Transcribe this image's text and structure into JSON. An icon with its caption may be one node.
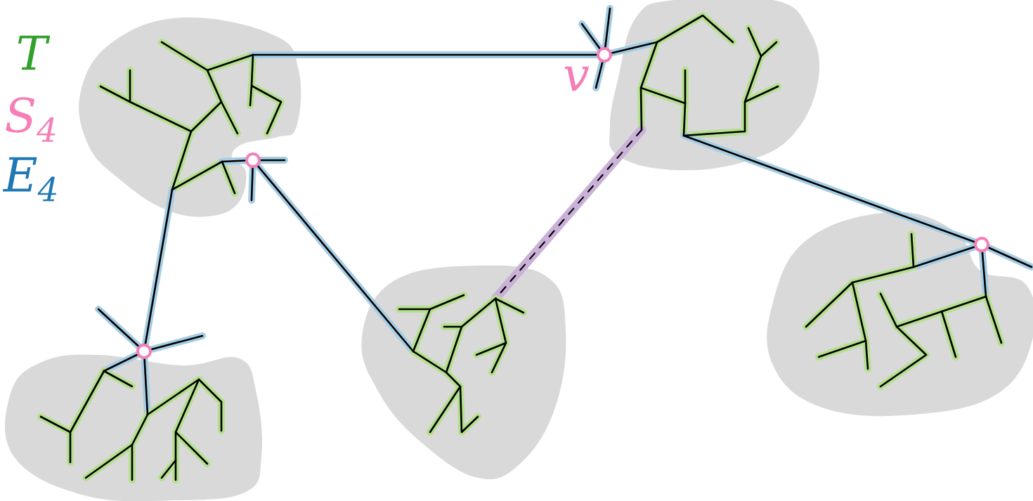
{
  "diagram": {
    "labels": [
      "T",
      "S$_{4}$",
      "E$_{4}$",
      "v"
    ]
  }
}
